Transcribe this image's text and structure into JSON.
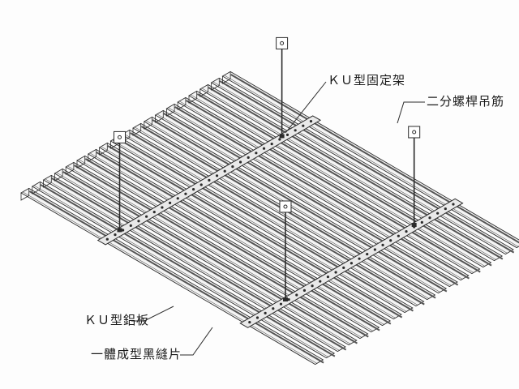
{
  "labels": {
    "ku_frame": "ＫＵ型固定架",
    "threaded_rod": "二分螺桿吊筋",
    "ku_panel": "ＫＵ型鋁板",
    "black_joint": "一體成型黑縫片"
  },
  "colors": {
    "line": "#2b2b2b",
    "panel_fill": "#f4f4f4",
    "frame_fill": "#e9e9e9"
  }
}
